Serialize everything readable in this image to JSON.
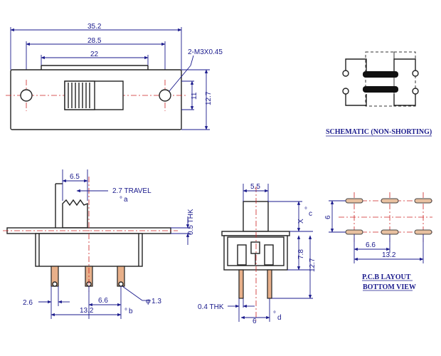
{
  "top_view": {
    "dim_overall": "35.2",
    "dim_hole_spacing": "28.5",
    "dim_body": "22",
    "dim_holes": "2-M3X0.45",
    "dim_width": "11",
    "dim_height": "12.7"
  },
  "schematic": {
    "caption": "SCHEMATIC (NON-SHORTING)"
  },
  "side_view": {
    "dim_actuator": "6.5",
    "dim_travel": "2.7 TRAVEL",
    "dim_travel_sym": "a",
    "dim_thk": "0.5 THK",
    "dim_pin_width": "2.6",
    "dim_pin_pitch": "6.6",
    "dim_pin_span": "13.2",
    "dim_pin_span_sym": "b",
    "dim_pin_hole": "1.3"
  },
  "end_view": {
    "dim_actuator": "5.5",
    "dim_c_sym": "c",
    "dim_x": "X",
    "dim_body_h": "7.8",
    "dim_total_h": "12.7",
    "dim_pin_thk": "0.4 THK",
    "dim_pin_spacing": "6",
    "dim_d_sym": "d"
  },
  "pcb_layout": {
    "dim_row_spacing": "6",
    "dim_pitch": "6.6",
    "dim_span": "13.2",
    "caption_line1": "P.C.B LAYOUT",
    "caption_line2": "BOTTOM VIEW"
  }
}
